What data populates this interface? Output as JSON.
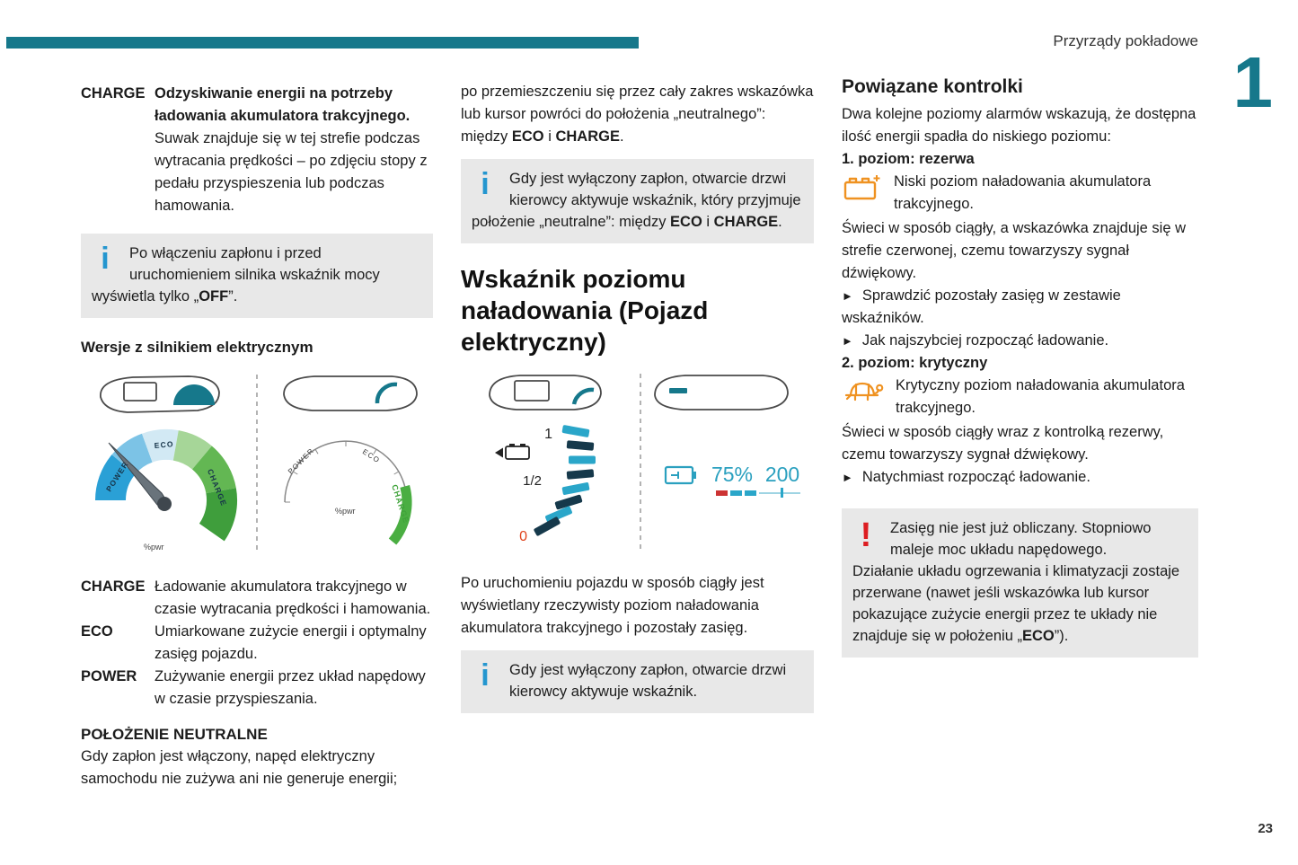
{
  "header": {
    "title": "Przyrządy pokładowe",
    "chapter": "1"
  },
  "footer": {
    "page": "23"
  },
  "icons": {
    "info": "i",
    "warning": "!"
  },
  "colors": {
    "accent_teal": "#16788b",
    "info_blue": "#2496cf",
    "warning_red": "#dd1d21",
    "icon_orange": "#ef9221",
    "gauge_green": "#3f9e3c",
    "gauge_blue": "#2aa0d6",
    "readout_cyan": "#2aa0bf"
  },
  "col1": {
    "def_top": {
      "term": "CHARGE",
      "bold": "Odzyskiwanie energii na potrzeby ładowania akumulatora trakcyjnego.",
      "body": "Suwak znajduje się w tej strefie podczas wytracania prędkości – po zdjęciu stopy z pedału przyspieszenia lub podczas hamowania."
    },
    "info1": {
      "s0": "Po włączeniu zapłonu i przed uruchomieniem silnika wskaźnik mocy wyświetla tylko „",
      "s1": "OFF",
      "s2": "”."
    },
    "heading_versions": "Wersje z silnikiem elektrycznym",
    "diagram": {
      "power": "POWER",
      "eco": "ECO",
      "charge": "CHARGE",
      "pwr": "%pwr"
    },
    "defs": [
      {
        "term": "CHARGE",
        "text": "Ładowanie akumulatora trakcyjnego w czasie wytracania prędkości i hamowania."
      },
      {
        "term": "ECO",
        "text": "Umiarkowane zużycie energii i optymalny zasięg pojazdu."
      },
      {
        "term": "POWER",
        "text": "Zużywanie energii przez układ napędowy w czasie przyspieszania."
      }
    ],
    "heading_neutral": "POŁOŻENIE NEUTRALNE",
    "neutral_text": "Gdy zapłon jest włączony, napęd elektryczny samochodu nie zużywa ani nie generuje energii;"
  },
  "col2": {
    "p1": {
      "s0": "po przemieszczeniu się przez cały zakres wskazówka lub kursor powróci do położenia „neutralnego”: między ",
      "s1": "ECO",
      "s2": " i ",
      "s3": "CHARGE",
      "s4": "."
    },
    "info1": {
      "s0": "Gdy jest wyłączony zapłon, otwarcie drzwi kierowcy aktywuje wskaźnik, który przyjmuje położenie „neutralne”: między ",
      "s1": "ECO",
      "s2": " i ",
      "s3": "CHARGE",
      "s4": "."
    },
    "heading": "Wskaźnik poziomu naładowania (Pojazd elektryczny)",
    "diagram": {
      "full": "1",
      "half": "1/2",
      "empty": "0",
      "percent": "75%",
      "range": "200"
    },
    "p2": "Po uruchomieniu pojazdu w sposób ciągły jest wyświetlany rzeczywisty poziom naładowania akumulatora trakcyjnego i pozostały zasięg.",
    "info2": "Gdy jest wyłączony zapłon, otwarcie drzwi kierowcy aktywuje wskaźnik."
  },
  "col3": {
    "heading": "Powiązane kontrolki",
    "intro": "Dwa kolejne poziomy alarmów wskazują, że dostępna ilość energii spadła do niskiego poziomu:",
    "bullet": "►",
    "level1": {
      "title": "1. poziom: rezerwa",
      "icon_text": "Niski poziom naładowania akumulatora trakcyjnego.",
      "body": "Świeci w sposób ciągły, a wskazówka znajduje się w strefie czerwonej, czemu towarzyszy sygnał dźwiękowy.",
      "actions": [
        "Sprawdzić pozostały zasięg w zestawie wskaźników.",
        "Jak najszybciej rozpocząć ładowanie."
      ]
    },
    "level2": {
      "title": "2. poziom: krytyczny",
      "icon_text": "Krytyczny poziom naładowania akumulatora trakcyjnego.",
      "body": "Świeci w sposób ciągły wraz z kontrolką rezerwy, czemu towarzyszy sygnał dźwiękowy.",
      "actions": [
        "Natychmiast rozpocząć ładowanie."
      ]
    },
    "warning": {
      "line1": "Zasięg nie jest już obliczany. Stopniowo maleje moc układu napędowego.",
      "s0": "Działanie układu ogrzewania i klimatyzacji zostaje przerwane (nawet jeśli wskazówka lub kursor pokazujące zużycie energii przez te układy nie znajduje się w położeniu „",
      "s1": "ECO",
      "s2": "”)."
    }
  }
}
